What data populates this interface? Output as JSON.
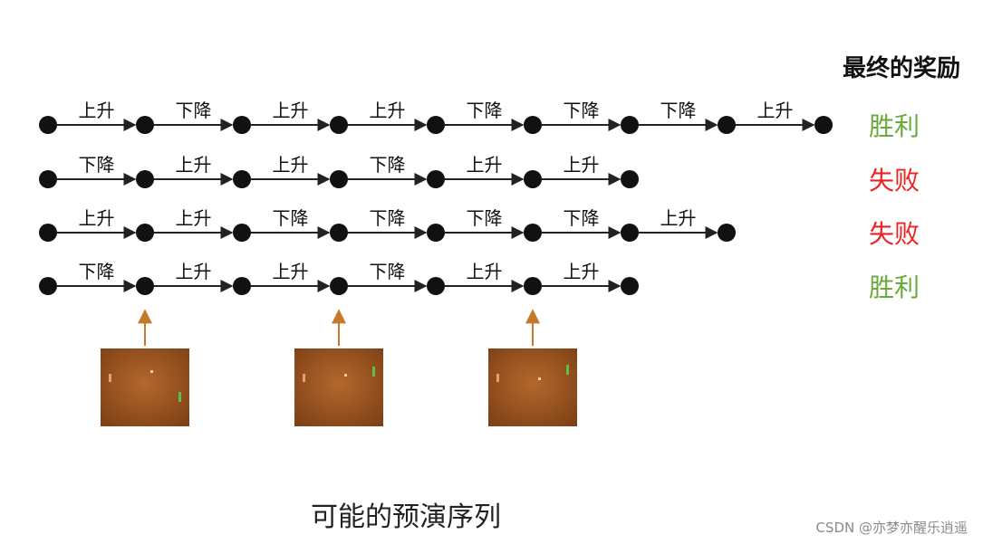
{
  "header": {
    "reward_title": "最终的奖励"
  },
  "sequences": [
    {
      "moves": [
        "上升",
        "下降",
        "上升",
        "上升",
        "下降",
        "下降",
        "下降",
        "上升"
      ],
      "reward": "胜利",
      "reward_color": "#6aaa3c"
    },
    {
      "moves": [
        "下降",
        "上升",
        "上升",
        "下降",
        "上升",
        "上升"
      ],
      "reward": "失败",
      "reward_color": "#ee2222"
    },
    {
      "moves": [
        "上升",
        "上升",
        "下降",
        "下降",
        "下降",
        "下降",
        "上升"
      ],
      "reward": "失败",
      "reward_color": "#ee2222"
    },
    {
      "moves": [
        "下降",
        "上升",
        "上升",
        "下降",
        "上升",
        "上升"
      ],
      "reward": "胜利",
      "reward_color": "#6aaa3c"
    }
  ],
  "frames": [
    {
      "points_to_step": 1,
      "icon": "pong-game-frame"
    },
    {
      "points_to_step": 3,
      "icon": "pong-game-frame"
    },
    {
      "points_to_step": 5,
      "icon": "pong-game-frame"
    }
  ],
  "colors": {
    "node": "#111111",
    "edge": "#222222",
    "pointer_arrow": "#c8782a",
    "frame_bg": "#8b4a1c"
  },
  "caption": "可能的预演序列",
  "watermark": "CSDN @亦梦亦醒乐逍遥"
}
